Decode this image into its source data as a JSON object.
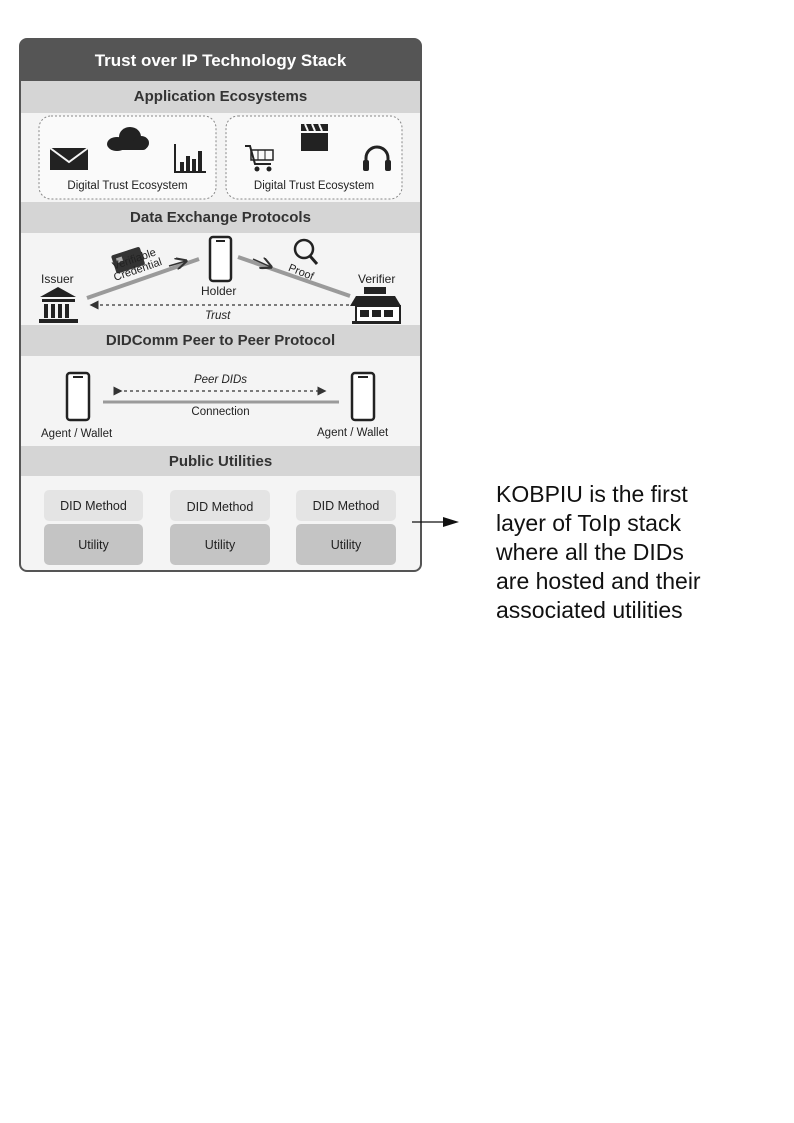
{
  "stack": {
    "title": "Trust over IP Technology Stack",
    "layers": {
      "application": {
        "title": "Application Ecosystems",
        "ecosystems": [
          "Digital Trust Ecosystem",
          "Digital Trust Ecosystem"
        ],
        "icons_left": [
          "envelope-icon",
          "cloud-icon",
          "bar-chart-icon"
        ],
        "icons_right": [
          "shopping-cart-icon",
          "clapperboard-icon",
          "headphones-icon"
        ]
      },
      "data_exchange": {
        "title": "Data Exchange Protocols",
        "issuer": "Issuer",
        "holder": "Holder",
        "verifier": "Verifier",
        "credential_line1": "Verifiable",
        "credential_line2": "Credential",
        "proof": "Proof",
        "trust": "Trust"
      },
      "didcomm": {
        "title": "DIDComm Peer to Peer Protocol",
        "peer_dids": "Peer DIDs",
        "connection": "Connection",
        "agent_left": "Agent / Wallet",
        "agent_right": "Agent / Wallet"
      },
      "public_utilities": {
        "title": "Public Utilities",
        "columns": [
          {
            "method": "DID Method",
            "utility": "Utility"
          },
          {
            "method": "DID Method",
            "utility": "Utility"
          },
          {
            "method": "DID Method",
            "utility": "Utility"
          }
        ]
      }
    }
  },
  "annotation": {
    "text": "KOBPIU is the first\nlayer of ToIp stack\nwhere all the DIDs\nare hosted and their\nassociated utilities"
  },
  "colors": {
    "header_bg": "#555555",
    "band_bg": "#d5d5d5",
    "panel_bg": "#f4f4f4",
    "utility_bg": "#c4c4c4",
    "method_bg": "#e4e4e4"
  }
}
